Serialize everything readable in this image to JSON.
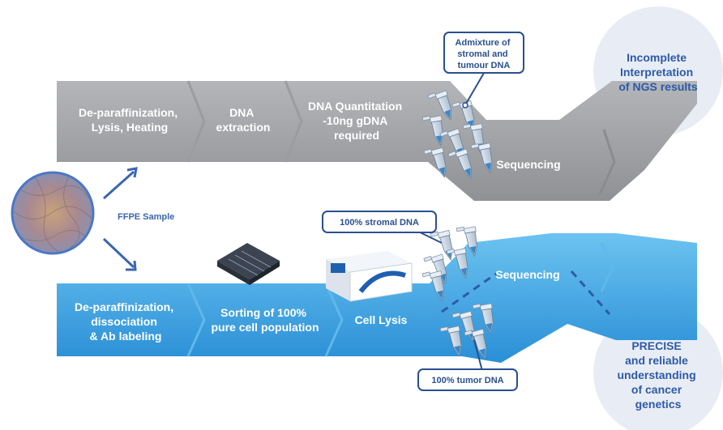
{
  "top_pipeline": {
    "steps": [
      {
        "lines": [
          "De-paraffinization,",
          "Lysis, Heating"
        ]
      },
      {
        "lines": [
          "DNA",
          "extraction"
        ]
      },
      {
        "lines": [
          "DNA Quantitation",
          "-10ng gDNA",
          "required"
        ]
      }
    ],
    "sequencing_label": "Sequencing",
    "callout_lines": [
      "Admixture of",
      "stromal and",
      "tumour DNA"
    ],
    "outcome_lines": [
      "Incomplete",
      "Interpretation",
      "of NGS results"
    ]
  },
  "sample": {
    "label": "FFPE Sample"
  },
  "bottom_pipeline": {
    "steps": [
      {
        "lines": [
          "De-paraffinization,",
          "dissociation",
          "& Ab labeling"
        ]
      },
      {
        "lines": [
          "Sorting of 100%",
          "pure cell population"
        ]
      },
      {
        "lines": [
          "Cell Lysis"
        ]
      }
    ],
    "sequencing_label": "Sequencing",
    "callout_stromal": "100% stromal DNA",
    "callout_tumor": "100% tumor DNA",
    "outcome_lines": [
      "PRECISE",
      "and reliable",
      "understanding",
      "of cancer",
      "genetics"
    ]
  },
  "colors": {
    "gray_band": "#a3a5a8",
    "blue_band": "#3ea8e6",
    "accent_blue": "#2d5aa8",
    "circle_fill": "#e6ecf5"
  }
}
